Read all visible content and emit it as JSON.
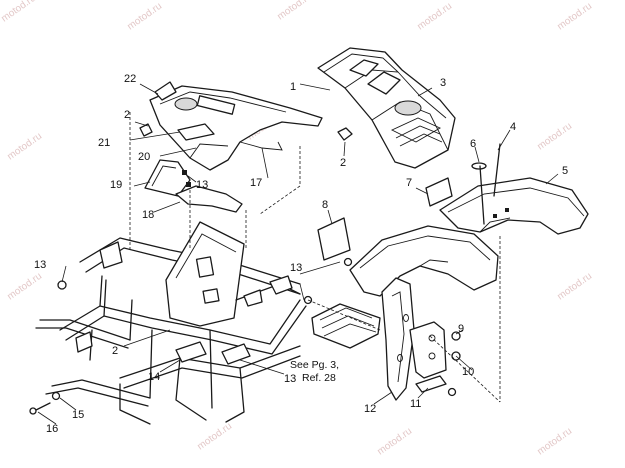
{
  "watermark": "motod.ru",
  "callouts": {
    "c1": "1",
    "c2a": "2",
    "c2b": "2",
    "c2c": "2",
    "c3": "3",
    "c4": "4",
    "c5": "5",
    "c6": "6",
    "c7": "7",
    "c8": "8",
    "c9": "9",
    "c10": "10",
    "c11": "11",
    "c12": "12",
    "c13a": "13",
    "c13b": "13",
    "c13c": "13",
    "c13d": "13",
    "c14": "14",
    "c15": "15",
    "c16": "16",
    "c17": "17",
    "c18": "18",
    "c19": "19",
    "c20": "20",
    "c21": "21",
    "c22": "22"
  },
  "note": {
    "line1": "See Pg. 3,",
    "line2": "Ref. 28"
  }
}
